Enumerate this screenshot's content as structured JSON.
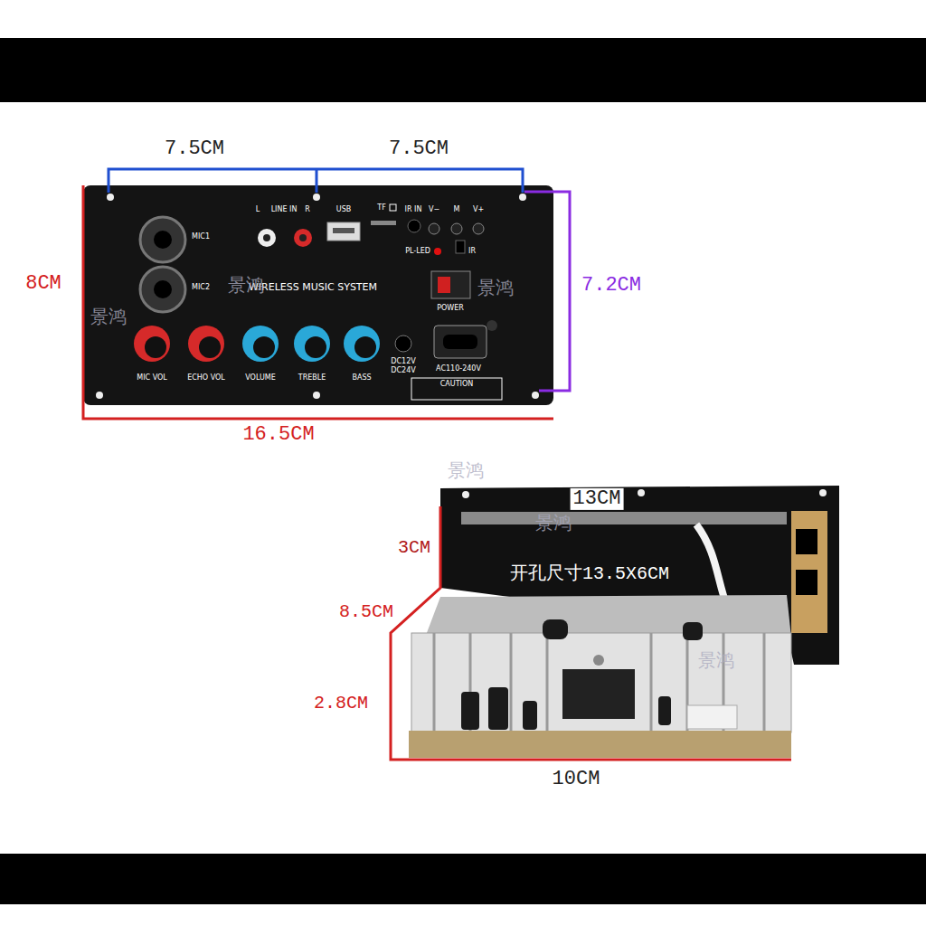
{
  "diagram": {
    "labels": [
      "7.5CM",
      "7.5CM",
      "8CM",
      "7.2CM",
      "16.5CM",
      "MIC1",
      "MIC2",
      "L",
      "LINE IN",
      "R",
      "USB",
      "TF",
      "IR IN",
      "V−",
      "M",
      "V+",
      "PL-LED",
      "IR",
      "WIRELESS MUSIC SYSTEM",
      "POWER",
      "MIC VOL",
      "ECHO VOL",
      "VOLUME",
      "TREBLE",
      "BASS",
      "DC12V",
      "DC24V",
      "AC110-240V",
      "CAUTION",
      "13CM",
      "3CM",
      "开孔尺寸13.5X6CM",
      "8.5CM",
      "2.8CM",
      "10CM",
      "景鸿",
      "景鸿",
      "景鸿",
      "景鸿",
      "景鸿",
      "景鸿"
    ]
  }
}
